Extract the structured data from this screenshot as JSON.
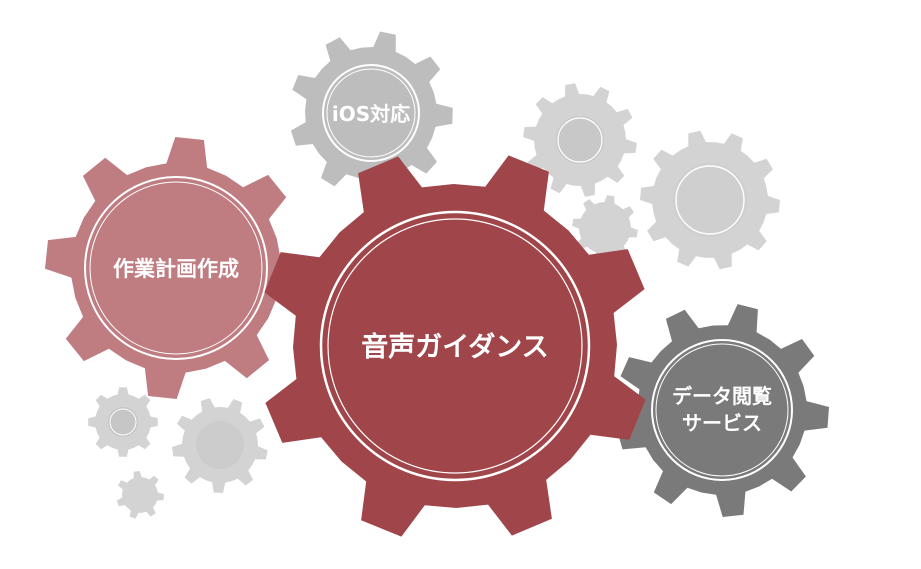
{
  "labels": {
    "main": "音声ガイダンス",
    "planning": "作業計画作成",
    "ios": "iOS対応",
    "data_line1": "データ閲覧",
    "data_line2": "サービス"
  },
  "colors": {
    "main": "#a0464a",
    "planning": "#bf7d82",
    "ios": "#bdbdbd",
    "data": "#7a7a7a",
    "small_gear": "#d3d3d3",
    "small_gear_inner": "#c4c4c4",
    "ring": "#ffffff"
  }
}
